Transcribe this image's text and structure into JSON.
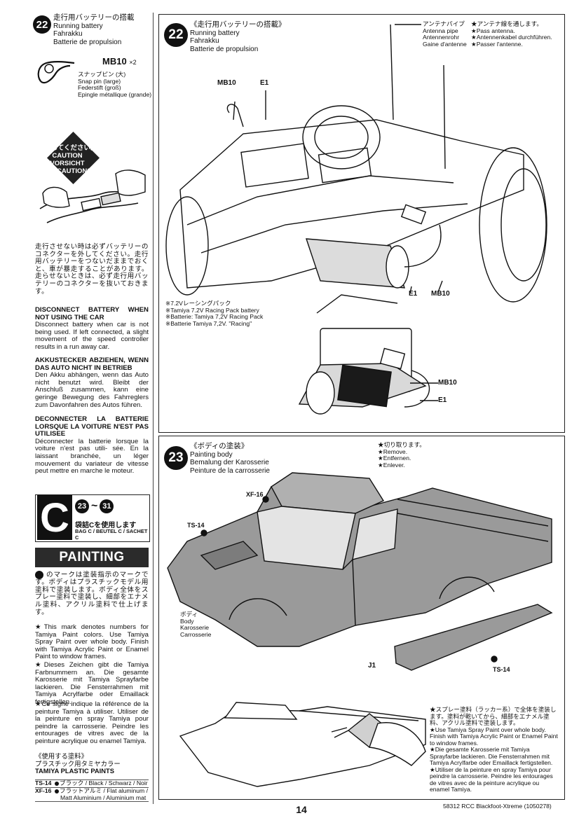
{
  "step22_sidebar": {
    "number": "22",
    "title_jp": "走行用バッテリーの搭載",
    "title_en": "Running battery",
    "title_de": "Fahrakku",
    "title_fr": "Batterie de propulsion",
    "part_code": "MB10",
    "part_qty": "×2",
    "part_jp": "スナップピン (大)",
    "part_en": "Snap pin (large)",
    "part_de": "Federstift (groß)",
    "part_fr": "Epingle métallique (grande)"
  },
  "caution": {
    "jp": "注意してください。",
    "en": "CAUTION",
    "de": "VORSICHT",
    "fr": "PRECAUTIONS"
  },
  "warnings": {
    "jp": "走行させない時は必ずバッテリーのコネクターを外してください。走行用バッテリーをつないだままでおくと、車が暴走することがあります。走らせないときは、必ず走行用バッテリーのコネクターを抜いておきます。",
    "en_head": "DISCONNECT BATTERY WHEN NOT USING THE CAR",
    "en_body": "Disconnect battery when car is not being used. If left connected, a slight movement of the speed controller results in a run away car.",
    "de_head": "AKKUSTECKER ABZIEHEN, WENN DAS AUTO NICHT IN BETRIEB",
    "de_body": "Den Akku abhängen, wenn das Auto nicht benutzt wird. Bleibt der Anschluß zusammen, kann eine geringe Bewegung des Fahrreglers zum Davonfahren des Autos führen.",
    "fr_head": "DECONNECTER LA BATTERIE LORSQUE LA VOITURE N'EST PAS UTILISEE",
    "fr_body": "Déconnecter la batterie lorsque la voiture n'est pas utili- sée. En la laissant branchée, un léger mouvement du variateur de vitesse peut mettre en marche le moteur."
  },
  "bag": {
    "letter": "C",
    "range_start": "23",
    "range_sep": "~",
    "range_end": "31",
    "jp": "袋詰Cを使用します",
    "en": "BAG C / BEUTEL C / SACHET C"
  },
  "painting": {
    "title": "PAINTING",
    "jp": "のマークは塗装指示のマークです。ボディはプラスチックモデル用塗料で塗装します。ボディ全体をスプレー塗料で塗装し、細部をエナメル塗料、アクリル塗料で仕上げます。",
    "en": "★This mark denotes numbers for Tamiya Paint colors. Use Tamiya Spray Paint over whole body. Finish with Tamiya Acrylic Paint or Enamel Paint to window frames.",
    "de": "★Dieses Zeichen gibt die Tamiya Farbnummern an. Die gesamte Karosserie mit Tamiya Sprayfarbe lackieren. Die Fensterrahmen mit Tamiya Acrylfarbe oder Emaillack fertigstellen.",
    "fr": "★Ce signe indique la référence de la peinture Tamiya à utiliser. Utiliser de la peinture en spray Tamiya pour peindre la carrosserie. Peindre les entourages de vitres avec de la peinture acrylique ou enamel Tamiya."
  },
  "paints": {
    "head_jp": "《使用する塗料》",
    "head_jp2": "プラスチック用タミヤカラー",
    "head_en": "TAMIYA PLASTIC PAINTS",
    "rows": [
      {
        "code": "TS-14",
        "name": "ブラック / Black / Schwarz / Noir",
        "name2": ""
      },
      {
        "code": "XF-16",
        "name": "フラットアルミ / Flat aluminum /",
        "name2": "Matt Aluminium / Aluminium mat"
      }
    ]
  },
  "step22_main": {
    "number": "22",
    "title_jp": "《走行用バッテリーの搭載》",
    "title_en": "Running battery",
    "title_de": "Fahrakku",
    "title_fr": "Batterie de propulsion",
    "antenna_jp": "アンテナパイプ",
    "antenna_en": "Antenna pipe",
    "antenna_de": "Antennenrohr",
    "antenna_fr": "Gaine d'antenne",
    "antenna_note_jp": "★アンテナ線を通します。",
    "antenna_note_en": "★Pass antenna.",
    "antenna_note_de": "★Antennenkabel durchführen.",
    "antenna_note_fr": "★Passer l'antenne.",
    "label_mb10": "MB10",
    "label_e1": "E1",
    "battery_jp": "※7.2Vレーシングパック",
    "battery_en": "※Tamiya 7.2V Racing Pack battery",
    "battery_de": "※Batterie: Tamiya 7,2V Racing Pack",
    "battery_fr": "※Batterie Tamiya 7,2V. \"Racing\""
  },
  "step23": {
    "number": "23",
    "title_jp": "《ボディの塗装》",
    "title_en": "Painting body",
    "title_de": "Bemalung der Karosserie",
    "title_fr": "Peinture de la carrosserie",
    "cut_jp": "★切り取ります。",
    "cut_en": "★Remove.",
    "cut_de": "★Entfernen.",
    "cut_fr": "★Enlever.",
    "xf16": "XF-16",
    "ts14": "TS-14",
    "body_jp": "ボディ",
    "body_en": "Body",
    "body_de": "Karosserie",
    "body_fr": "Carrosserie",
    "j1": "J1",
    "spray_jp": "★スプレー塗料（ラッカー系）で全体を塗装します。塗料が乾いてから、細部をエナメル塗料、アクリル塗料で塗装します。",
    "spray_en": "★Use Tamiya Spray Paint over whole body. Finish with Tamiya Acrylic Paint or Enamel Paint to window frames.",
    "spray_de": "★Die gesamte Karosserie mit Tamiya Sprayfarbe lackieren. Die Fensterrahmen mit Tamiya Acrylfarbe oder Emaillack fertigstellen.",
    "spray_fr": "★Utiliser de la peinture en spray Tamiya pour peindre la carrosserie. Peindre les entourages de vitres avec de la peinture acrylique ou enamel Tamiya."
  },
  "footer": {
    "page": "14",
    "ref": "58312 RCC Blackfoot-Xtreme (1050278)"
  },
  "colors": {
    "ink": "#111111",
    "paper": "#ffffff",
    "body_fill": "#9a9a9a"
  }
}
